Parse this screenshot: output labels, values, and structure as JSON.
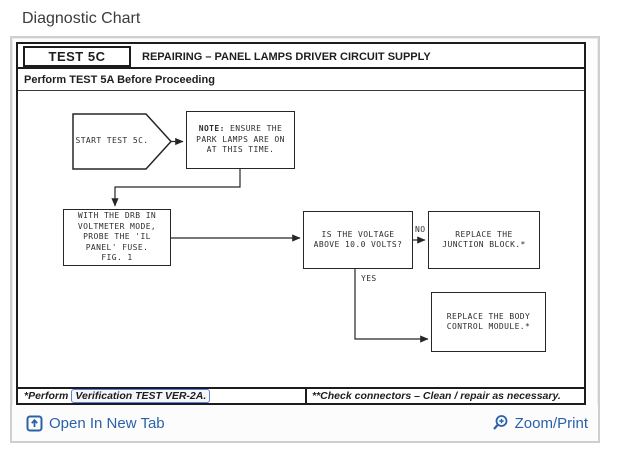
{
  "page": {
    "title": "Diagnostic Chart"
  },
  "colors": {
    "link_blue": "#2a62a9",
    "scan_ink": "#1c1c1c",
    "highlight_border": "#5f7fd9"
  },
  "chart": {
    "test_id": "TEST 5C",
    "title": "REPAIRING – PANEL LAMPS DRIVER CIRCUIT SUPPLY",
    "subtitle": "Perform TEST 5A Before Proceeding",
    "flowchart": {
      "start": {
        "lines": [
          "START TEST 5C."
        ]
      },
      "note": {
        "bold": "NOTE:",
        "after": " ENSURE THE",
        "lines": [
          "PARK LAMPS ARE ON",
          "AT THIS TIME."
        ]
      },
      "probe": {
        "lines": [
          "WITH THE DRB IN",
          "VOLTMETER MODE,",
          "PROBE THE 'IL",
          "PANEL' FUSE.",
          "FIG. 1"
        ]
      },
      "decision": {
        "lines": [
          "IS THE VOLTAGE",
          "ABOVE 10.0 VOLTS?"
        ]
      },
      "no_label": "NO",
      "yes_label": "YES",
      "junction": {
        "lines": [
          "REPLACE THE",
          "JUNCTION BLOCK.*"
        ]
      },
      "body_module": {
        "lines": [
          "REPLACE THE BODY",
          "CONTROL MODULE.*"
        ]
      }
    },
    "footer": {
      "left_prefix": "*Perform",
      "left_link": "Verification TEST VER-2A.",
      "right": "**Check connectors – Clean / repair as necessary."
    }
  },
  "actions": {
    "open_new_tab": "Open In New Tab",
    "zoom_print": "Zoom/Print"
  }
}
